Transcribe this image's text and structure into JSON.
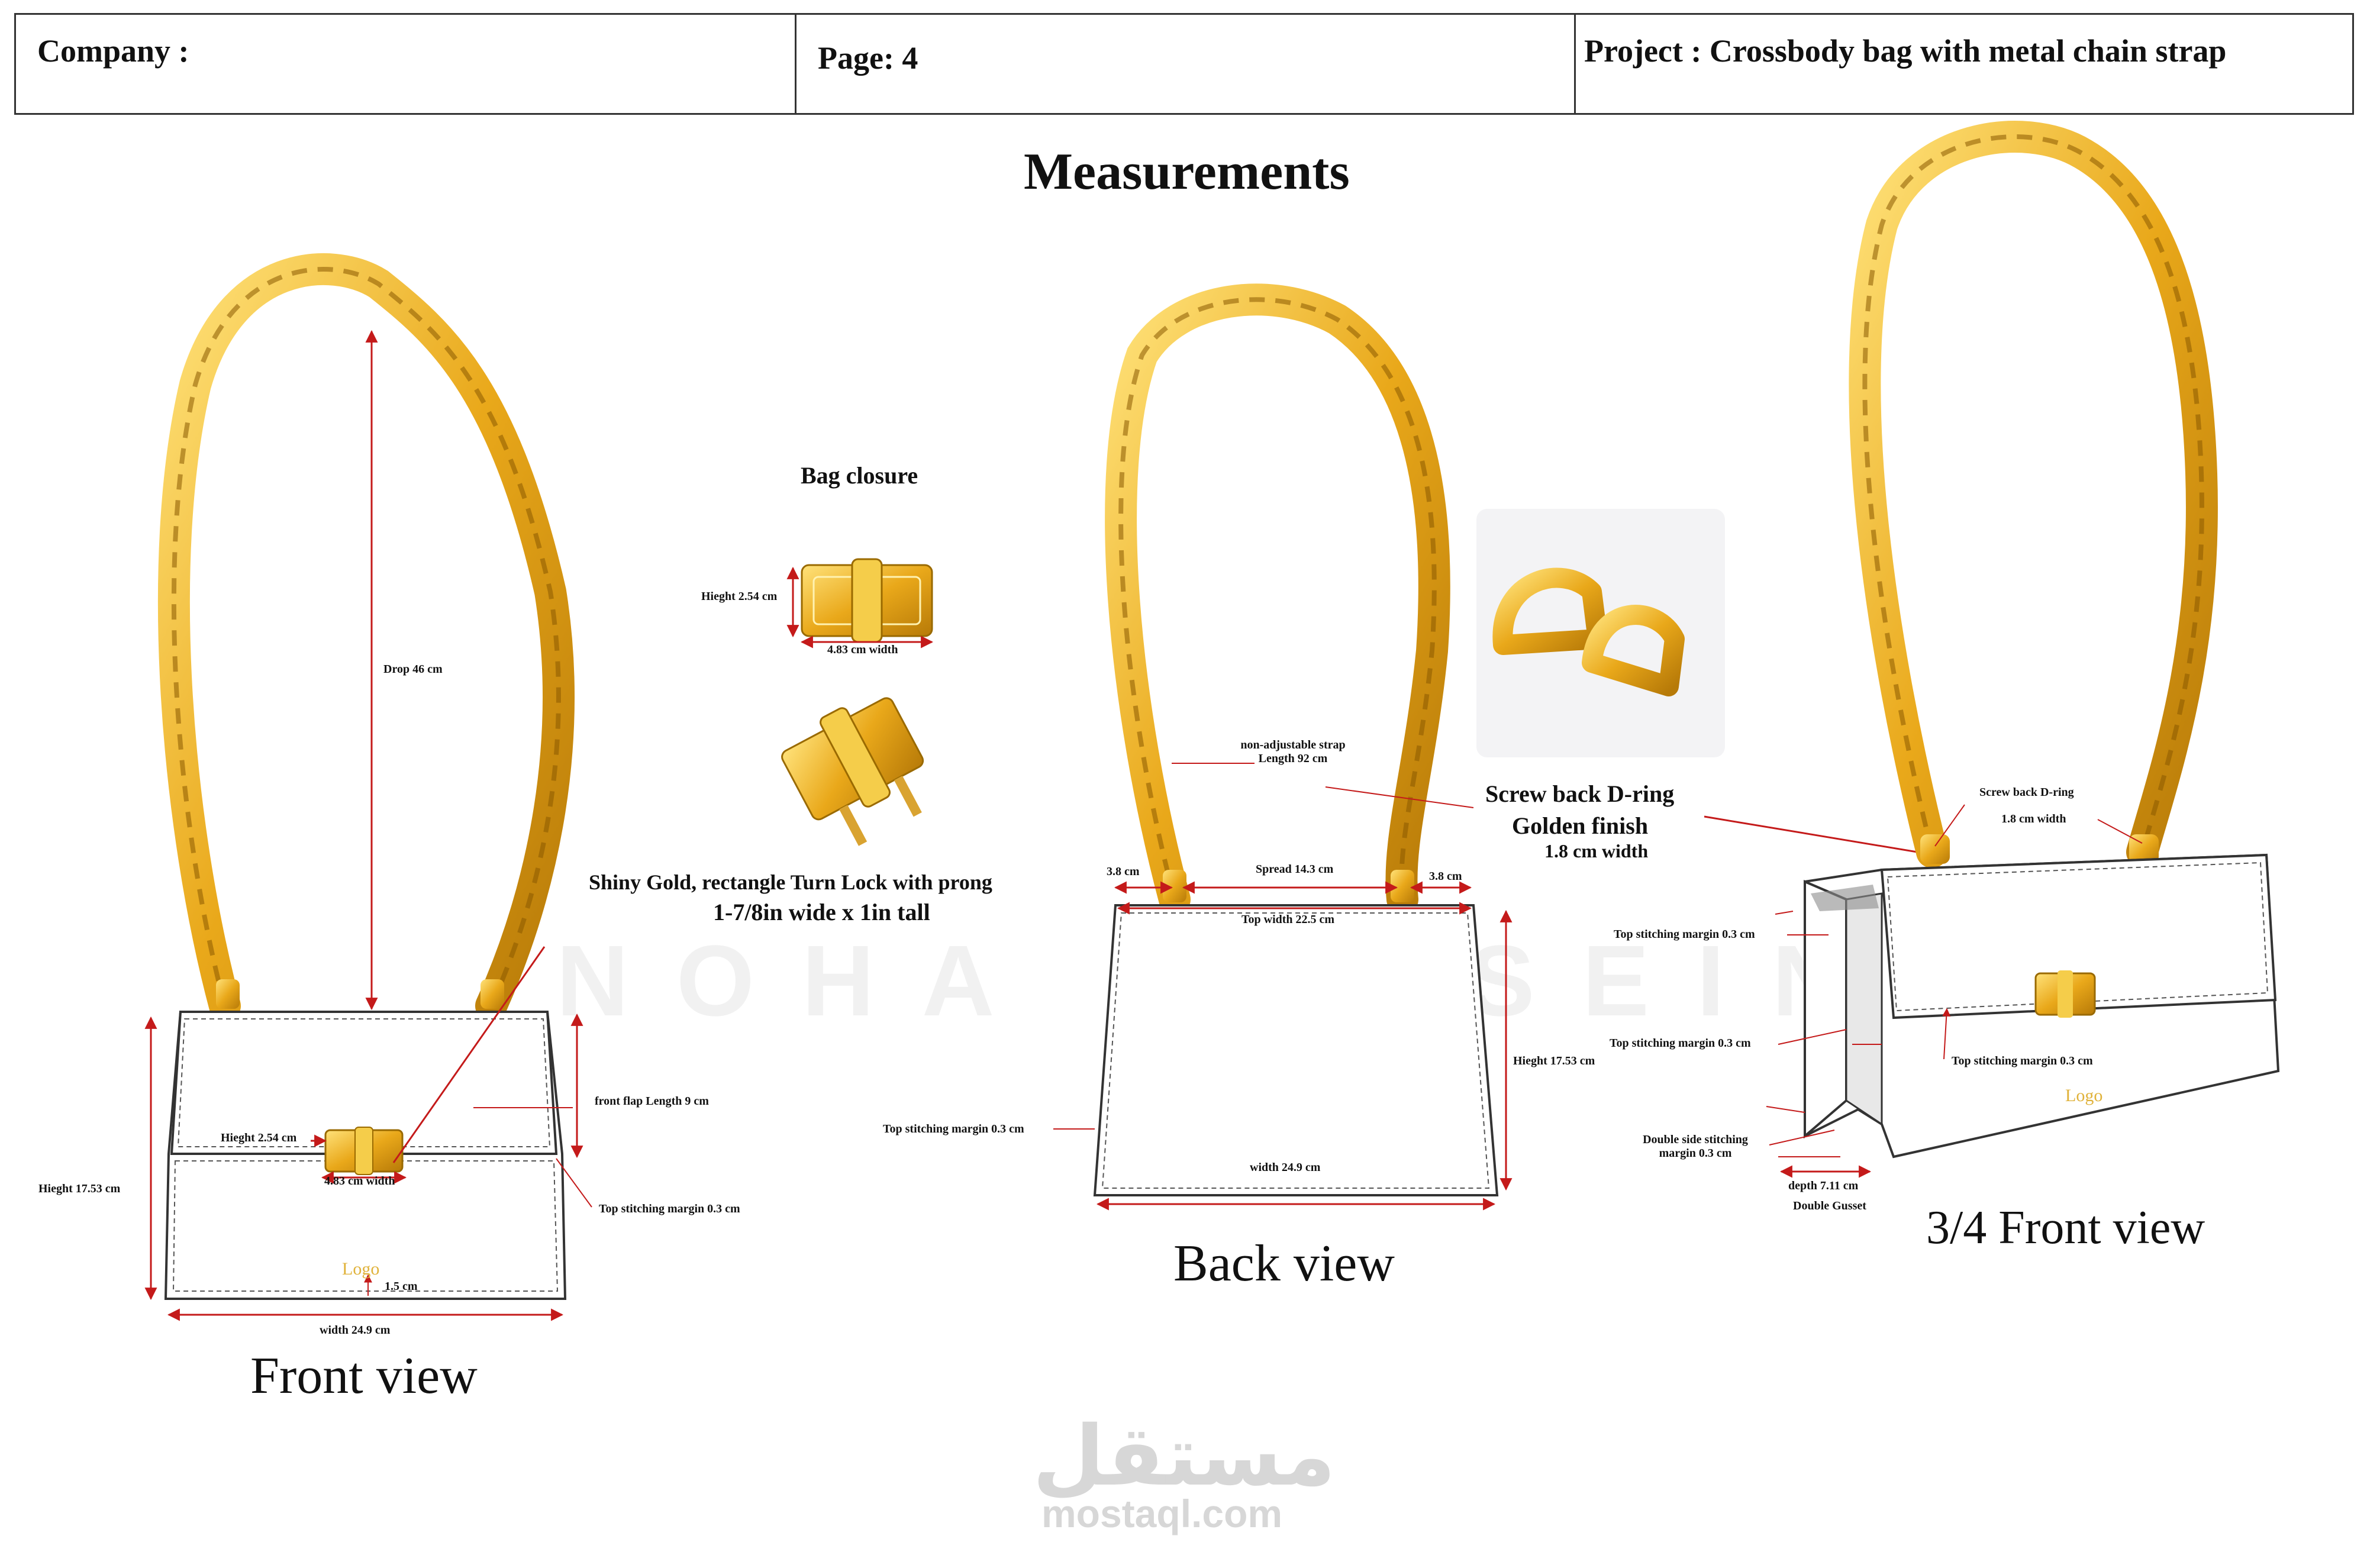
{
  "header": {
    "company": "Company :",
    "page": "Page: 4",
    "project": "Project : Crossbody bag with metal chain strap"
  },
  "title": "Measurements",
  "front_view": {
    "label": "Front view",
    "drop": "Drop 46 cm",
    "height": "Hieght 17.53 cm",
    "closure_height": "Hieght 2.54 cm",
    "closure_width": "4.83 cm width",
    "flap_length": "front flap Length 9 cm",
    "stitching": "Top stitching margin 0.3 cm",
    "logo": "Logo",
    "logo_offset": "1.5 cm",
    "width": "width 24.9 cm"
  },
  "closure": {
    "title": "Bag closure",
    "height": "Hieght 2.54 cm",
    "width": "4.83 cm width",
    "desc_line1": "Shiny Gold,  rectangle Turn Lock with prong",
    "desc_line2": "1-7/8in wide x 1in tall"
  },
  "back_view": {
    "label": "Back view",
    "strap_note": "non-adjustable strap Length 92 cm",
    "left_gap": "3.8 cm",
    "spread": "Spread 14.3 cm",
    "right_gap": "3.8 cm",
    "top_width": "Top width 22.5 cm",
    "height": "Hieght 17.53 cm",
    "stitching": "Top stitching margin 0.3 cm",
    "width": "width 24.9 cm"
  },
  "dring": {
    "line1": "Screw back D-ring",
    "line2": "Golden finish",
    "line3": "1.8 cm width"
  },
  "three_quarter_view": {
    "label": "3/4 Front view",
    "dring": "Screw back D-ring",
    "dring_width": "1.8 cm width",
    "stitch_top": "Top stitching margin 0.3 cm",
    "stitch_mid": "Top stitching margin 0.3 cm",
    "stitch_front": "Top stitching margin 0.3 cm",
    "double_stitch": "Double side stitching margin 0.3 cm",
    "depth": "depth 7.11 cm",
    "gusset": "Double Gusset",
    "logo": "Logo"
  },
  "watermark": "NOHA HUSSEIN",
  "site": {
    "arabic": "مستقل",
    "latin": "mostaql.com"
  },
  "colors": {
    "chain_gold": "#e9a81a",
    "chain_dark": "#b77a08",
    "dimension_red": "#c41a1a",
    "outline": "#333333"
  }
}
